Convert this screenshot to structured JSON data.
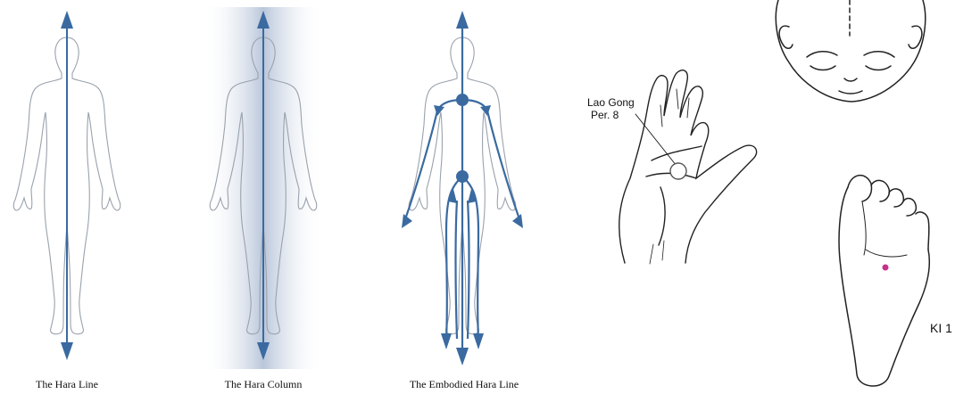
{
  "figures": [
    {
      "caption": "The Hara Line"
    },
    {
      "caption": "The Hara Column"
    },
    {
      "caption": "The Embodied Hara Line"
    }
  ],
  "hand": {
    "label_line1": "Lao Gong",
    "label_line2": "Per. 8"
  },
  "foot": {
    "label": "KI 1"
  },
  "colors": {
    "arrow": "#3a6aa0",
    "outline": "#9aa2ad",
    "column": "#c9d3e2",
    "point": "#c8318a"
  }
}
